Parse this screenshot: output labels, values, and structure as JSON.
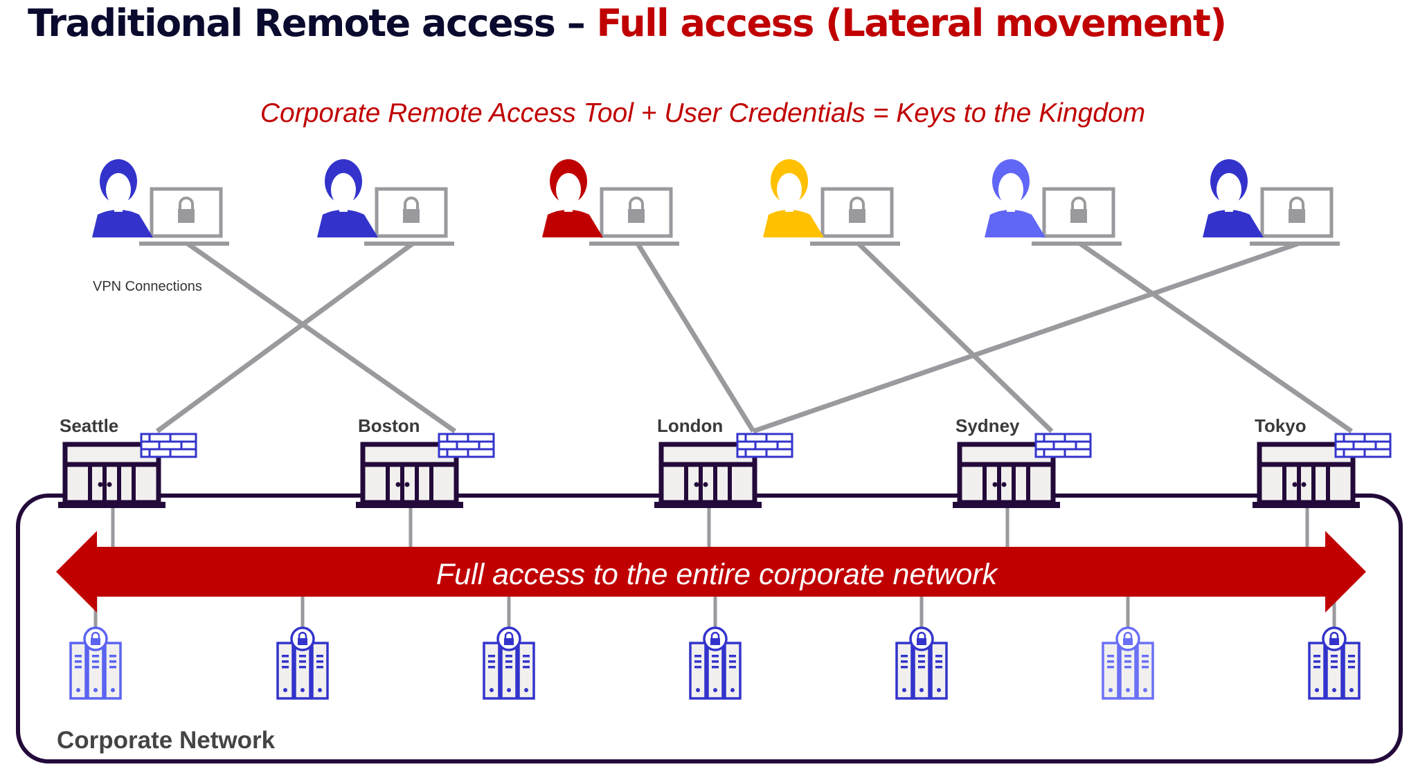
{
  "title": {
    "main": "Traditional Remote access – ",
    "accent": "Full access (Lateral movement)"
  },
  "subtitle": "Corporate Remote Access Tool + User Credentials = Keys to the Kingdom",
  "vpn_label": "VPN Connections",
  "users": [
    {
      "name": "user-woman-curly-hair",
      "color": "#3333cc",
      "connects_to": "Boston"
    },
    {
      "name": "user-man-beard-glasses",
      "color": "#3333cc",
      "connects_to": "Seattle"
    },
    {
      "name": "user-man-suit",
      "color": "#c00000",
      "connects_to": "London"
    },
    {
      "name": "user-woman-long-hair",
      "color": "#ffc000",
      "connects_to": "Sydney"
    },
    {
      "name": "user-man-beard",
      "color": "#6066f5",
      "connects_to": "Tokyo"
    },
    {
      "name": "user-woman-bun",
      "color": "#3333cc",
      "connects_to": "London"
    }
  ],
  "offices": [
    {
      "label": "Seattle"
    },
    {
      "label": "Boston"
    },
    {
      "label": "London"
    },
    {
      "label": "Sydney"
    },
    {
      "label": "Tokyo"
    }
  ],
  "arrow_text": "Full access to the entire corporate network",
  "servers": [
    {
      "color": "#5b63f0"
    },
    {
      "color": "#3333cc"
    },
    {
      "color": "#3333cc"
    },
    {
      "color": "#3333cc"
    },
    {
      "color": "#3333cc"
    },
    {
      "color": "#6a70f5"
    },
    {
      "color": "#3333cc"
    }
  ],
  "network_label": "Corporate Network",
  "colors": {
    "accent_red": "#c00000",
    "title_dark": "#0a0a2e",
    "link_gray": "#9a9a9e",
    "building_dark": "#230a3a",
    "firewall_blue": "#3333cc"
  }
}
